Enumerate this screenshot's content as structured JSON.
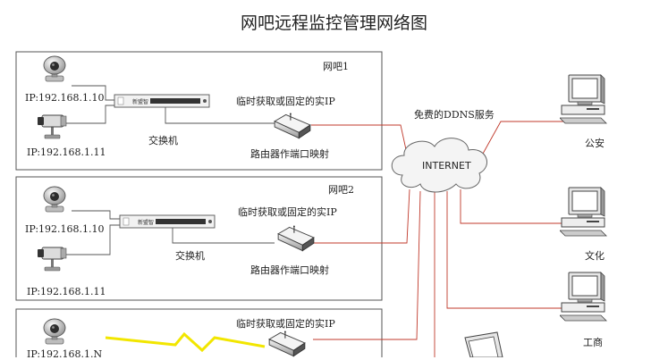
{
  "title": "网吧远程监控管理网络图",
  "ddns_label": "免费的DDNS服务",
  "internet_label": "INTERNET",
  "sites": [
    {
      "name": "网吧1",
      "switch_caption": "交换机",
      "switch_text": "新盟智",
      "ip_note": "临时获取或固定的实IP",
      "router_caption": "路由器作端口映射",
      "cameras": [
        {
          "ip": "IP:192.168.1.10"
        },
        {
          "ip": "IP:192.168.1.11"
        }
      ]
    },
    {
      "name": "网吧2",
      "switch_caption": "交换机",
      "switch_text": "新盟智",
      "ip_note": "临时获取或固定的实IP",
      "router_caption": "路由器作端口映射",
      "cameras": [
        {
          "ip": "IP:192.168.1.10"
        },
        {
          "ip": "IP:192.168.1.11"
        }
      ]
    },
    {
      "ip_note": "临时获取或固定的实IP",
      "cameras": [
        {
          "ip": "IP:192.168.1.N"
        }
      ]
    }
  ],
  "clients": [
    {
      "label": "公安"
    },
    {
      "label": "文化"
    },
    {
      "label": "工商"
    }
  ],
  "icons": {
    "camera": "camera-icon",
    "switch": "network-switch-icon",
    "router": "router-icon",
    "cloud": "cloud-icon",
    "computer": "desktop-computer-icon",
    "laptop": "laptop-icon",
    "wireless": "wireless-link-icon"
  },
  "colors": {
    "link_red": "#c0392b",
    "box_border": "#555555",
    "wireless_yellow": "#f2e600"
  }
}
